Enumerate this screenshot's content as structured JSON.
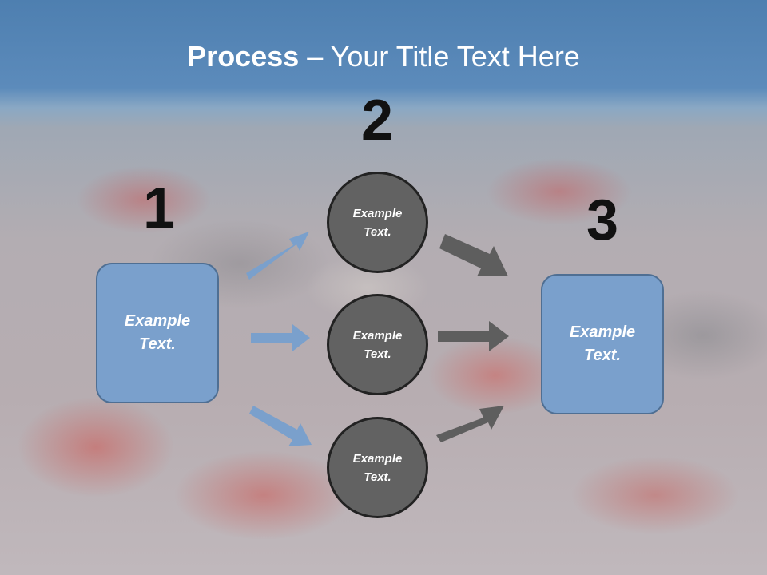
{
  "title": {
    "bold": "Process",
    "rest": " – Your Title Text Here"
  },
  "steps": [
    {
      "number": "1",
      "text": "Example Text."
    },
    {
      "number": "2",
      "items": [
        "Example Text.",
        "Example Text.",
        "Example Text."
      ]
    },
    {
      "number": "3",
      "text": "Example Text."
    }
  ],
  "colors": {
    "box_fill": "#7aa0cc",
    "circle_fill": "#626262",
    "arrow_blue": "#7aa0cc",
    "arrow_gray": "#5e5e5e"
  }
}
